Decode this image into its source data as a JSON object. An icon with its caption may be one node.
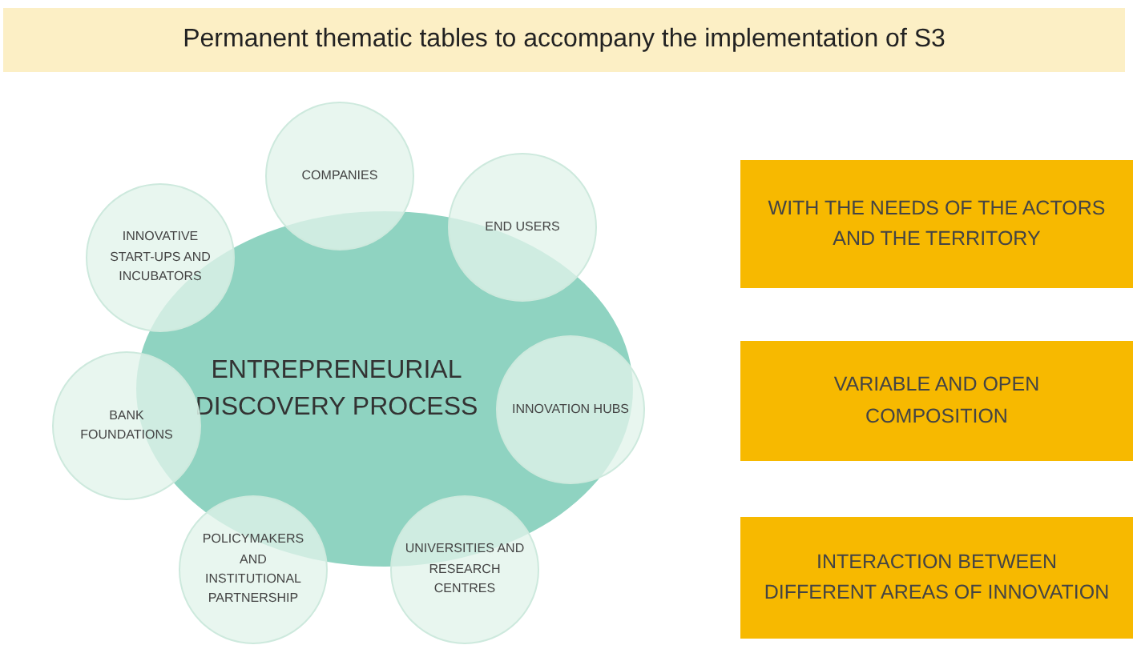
{
  "diagram": {
    "title": "Permanent thematic tables to accompany the implementation of S3",
    "nodes": [
      {
        "text": [
          "ENTREPRENEURIAL DISCOVERY PROCESS"
        ]
      },
      {
        "text": [
          "COMPANIES"
        ]
      },
      {
        "text": [
          "END USERS"
        ]
      },
      {
        "text": [
          "INNOVATION HUBS"
        ]
      },
      {
        "text": [
          "UNIVERSITIES AND RESEARCH CENTRES"
        ]
      },
      {
        "text": [
          "POLICYMAKERS AND INSTITUTIONAL PARTNERSHIP"
        ]
      },
      {
        "text": [
          "BANK FOUNDATIONS"
        ]
      },
      {
        "text": [
          "INNOVATIVE START-UPS AND INCUBATORS"
        ]
      },
      {
        "text": [
          "WITH THE NEEDS OF THE ACTORS AND THE TERRITORY"
        ]
      },
      {
        "text": [
          "VARIABLE AND OPEN COMPOSITION"
        ]
      },
      {
        "text": [
          "INTERACTION BETWEEN DIFFERENT AREAS OF INNOVATION"
        ]
      }
    ],
    "edges": []
  }
}
